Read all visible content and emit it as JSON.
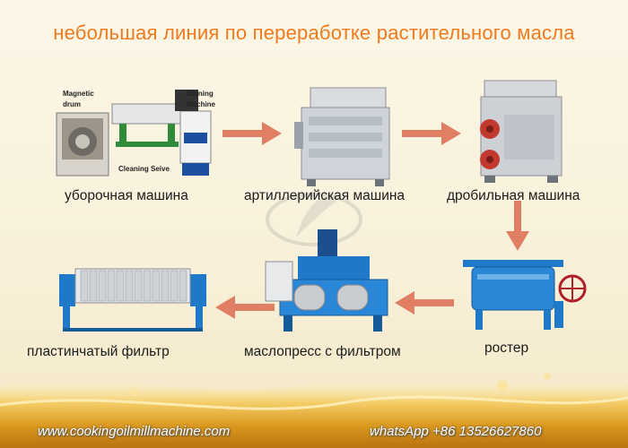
{
  "title": "небольшая линия по переработке растительного масла",
  "steps": [
    {
      "label": "уборочная машина",
      "sublabels": [
        "Magnetic",
        "drum",
        "Stoning",
        "Machine",
        "Cleaning Seive"
      ]
    },
    {
      "label": "артиллерийская машина"
    },
    {
      "label": "дробильная машина"
    },
    {
      "label": "ростер"
    },
    {
      "label": "маслопресс с фильтром"
    },
    {
      "label": "пластинчатый фильтр"
    }
  ],
  "footer": {
    "website": "www.cookingoilmillmachine.com",
    "whatsapp": "whatsApp +86 13526627860"
  },
  "colors": {
    "title": "#f07a1e",
    "arrow": "#e07f64",
    "machine_blue": "#1f79c9",
    "machine_silver": "#c9ccd0"
  }
}
